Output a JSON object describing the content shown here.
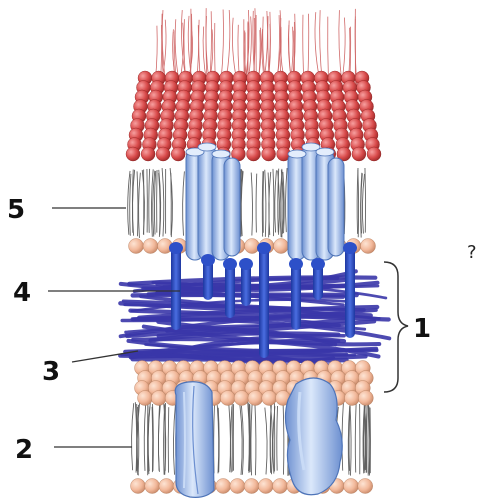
{
  "labels": {
    "one": "1",
    "two": "2",
    "three": "3",
    "four": "4",
    "five": "5",
    "question": "?"
  },
  "colors": {
    "upper_head": "#d84a4a",
    "lipid_head_light": "#f2b89a",
    "protein": "#a9c6ef",
    "protein_dark": "#5f86c7",
    "fiber_blue": "#2d50c8",
    "mesh": "#3a36a8",
    "tail": "#333333"
  }
}
